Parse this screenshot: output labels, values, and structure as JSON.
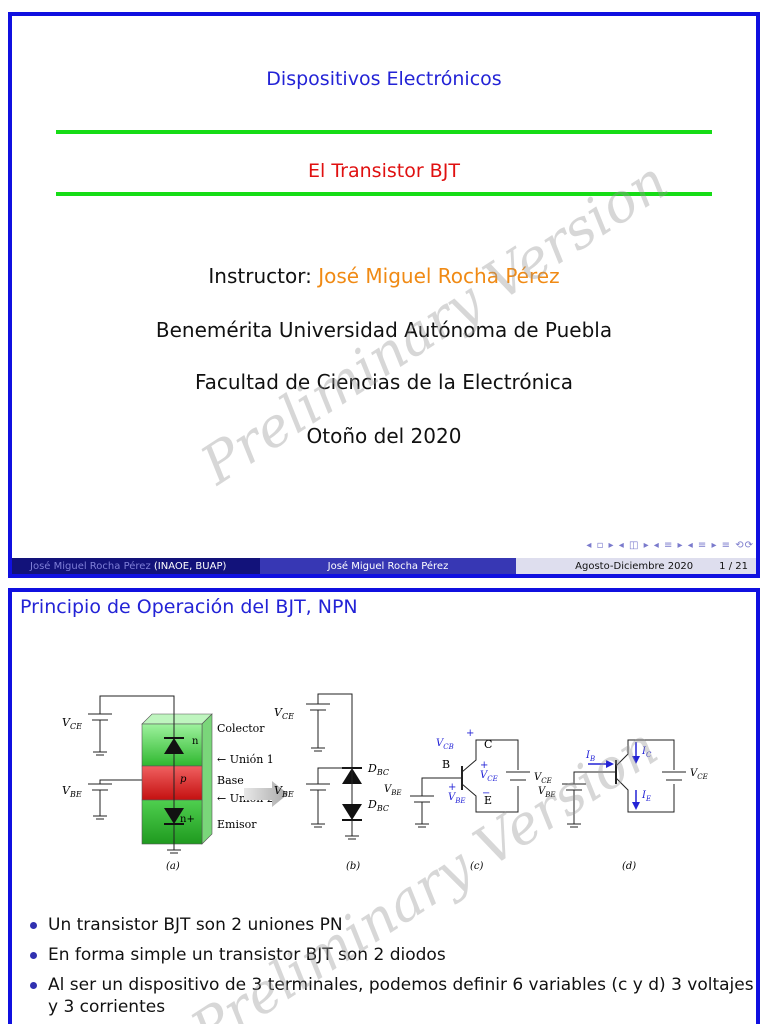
{
  "slide1": {
    "title": "Dispositivos Electrónicos",
    "subtitle": "El Transistor BJT",
    "instructor_label": "Instructor:",
    "instructor_name": "José Miguel Rocha Pérez",
    "university": "Benemérita Universidad Autónoma de Puebla",
    "faculty": "Facultad de Ciencias de la Electrónica",
    "term": "Otoño del 2020",
    "watermark": "Preliminary Version",
    "nav_symbols": "◂ ▫ ▸ ◂ ◫ ▸ ◂ ≡ ▸ ◂ ≡ ▸   ≡   ⟲⟳",
    "footer": {
      "author": "José Miguel Rocha Pérez",
      "affiliation": "(INAOE, BUAP)",
      "center": "José Miguel Rocha Pérez",
      "date": "Agosto-Diciembre 2020",
      "page": "1 / 21"
    }
  },
  "slide2": {
    "title": "Principio de Operación del BJT, NPN",
    "watermark": "Preliminary Version",
    "figure": {
      "vce": "V",
      "vce_sub": "CE",
      "vbe": "V",
      "vbe_sub": "BE",
      "vbc_sub": "BC",
      "vcb_sub": "CB",
      "d": "D",
      "n": "n",
      "p": "p",
      "n_plus": "n+",
      "colector": "Colector",
      "union1": "← Unión 1",
      "base": "Base",
      "union2": "← Unión 2",
      "emisor": "Emisor",
      "C": "C",
      "B": "B",
      "E": "E",
      "I": "I",
      "ib_sub": "B",
      "ic_sub": "C",
      "ie_sub": "E",
      "plus": "+",
      "minus": "−",
      "label_a": "(a)",
      "label_b": "(b)",
      "label_c": "(c)",
      "label_d": "(d)"
    },
    "bullets": [
      "Un transistor BJT son 2 uniones PN",
      "En forma simple un transistor BJT son 2 diodos",
      "Al ser un dispositivo de 3 terminales, podemos definir 6 variables (c y d) 3 voltajes y 3 corrientes"
    ]
  }
}
